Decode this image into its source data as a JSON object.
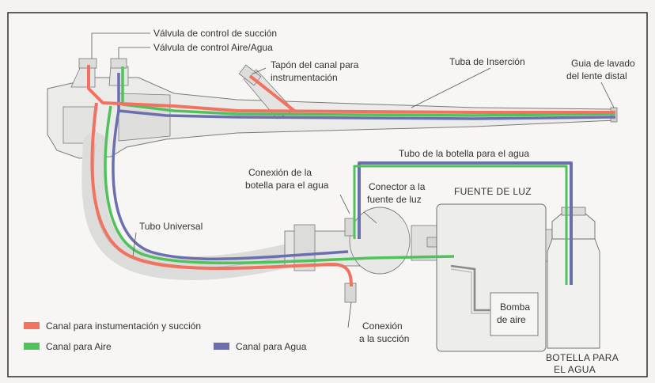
{
  "colors": {
    "instrument_channel": "#f0725f",
    "air_channel": "#4fc25b",
    "water_channel": "#6b6fae",
    "device_fill": "#ebebea",
    "device_stroke": "#7a7a7a",
    "frame": "#3a3a3a"
  },
  "labels": {
    "suction_valve": "Válvula de control de succión",
    "air_water_valve": "Válvula de control Aire/Agua",
    "channel_cap_line1": "Tapón del canal para",
    "channel_cap_line2": "instrumentación",
    "insertion_tube": "Tuba de Inserción",
    "lens_guide_line1": "Guia de lavado",
    "lens_guide_line2": "del lente distal",
    "water_bottle_tube": "Tubo de la botella para el agua",
    "bottle_connection_line1": "Conexión de la",
    "bottle_connection_line2": "botella para el agua",
    "light_connector_line1": "Conector a la",
    "light_connector_line2": "fuente de luz",
    "light_source": "FUENTE DE LUZ",
    "universal_tube": "Tubo Universal",
    "air_pump_line1": "Bomba",
    "air_pump_line2": "de aire",
    "suction_connection_line1": "Conexión",
    "suction_connection_line2": "a la succión",
    "water_bottle_line1": "BOTELLA PARA",
    "water_bottle_line2": "EL AGUA"
  },
  "legend": [
    {
      "label": "Canal para instumentación y succión",
      "color_key": "instrument_channel"
    },
    {
      "label": "Canal para Aire",
      "color_key": "air_channel"
    },
    {
      "label": "Canal para Agua",
      "color_key": "water_channel"
    }
  ]
}
